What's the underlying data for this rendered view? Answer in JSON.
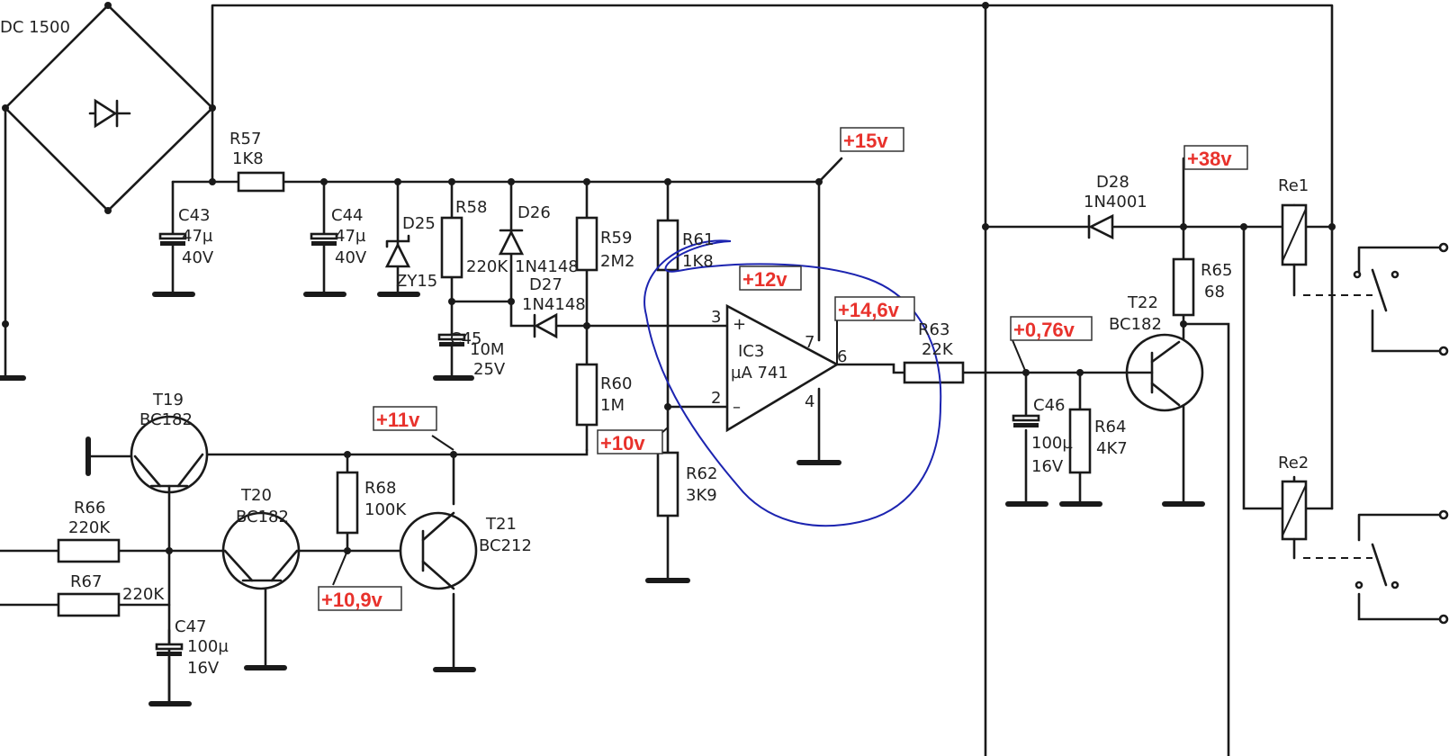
{
  "bridge": {
    "label": "DC 1500"
  },
  "components": {
    "r57": [
      "R57",
      "1K8"
    ],
    "c43": [
      "C43",
      "47µ",
      "40V"
    ],
    "c44": [
      "C44",
      "47µ",
      "40V"
    ],
    "d25": [
      "D25",
      "ZY15"
    ],
    "r58": [
      "R58",
      "220K"
    ],
    "d26": [
      "D26",
      "1N4148"
    ],
    "c45": [
      "C45",
      "10M",
      "25V"
    ],
    "d27": [
      "D27",
      "1N4148"
    ],
    "r59": [
      "R59",
      "2M2"
    ],
    "r60": [
      "R60",
      "1M"
    ],
    "r61": [
      "R61",
      "1K8"
    ],
    "r62": [
      "R62",
      "3K9"
    ],
    "ic3": [
      "IC3",
      "µA 741"
    ],
    "ic3_pins": [
      "3",
      "2",
      "7",
      "6",
      "4"
    ],
    "r63": [
      "R63",
      "22K"
    ],
    "c46": [
      "C46",
      "100µ",
      "16V"
    ],
    "r64": [
      "R64",
      "4K7"
    ],
    "d28": [
      "D28",
      "1N4001"
    ],
    "r65": [
      "R65",
      "68"
    ],
    "t22": [
      "T22",
      "BC182"
    ],
    "re1": "Re1",
    "re2": "Re2",
    "t19": [
      "T19",
      "BC182"
    ],
    "t20": [
      "T20",
      "BC182"
    ],
    "t21": [
      "T21",
      "BC212"
    ],
    "r66": [
      "R66",
      "220K"
    ],
    "r67": [
      "R67",
      "220K"
    ],
    "r68": [
      "R68",
      "100K"
    ],
    "c47": [
      "C47",
      "100µ",
      "16V"
    ]
  },
  "voltages": {
    "v15": "+15v",
    "v12": "+12v",
    "v14_6": "+14,6v",
    "v38": "+38v",
    "v0_76": "+0,76v",
    "v11": "+11v",
    "v10": "+10v",
    "v10_9": "+10,9v"
  },
  "colors": {
    "ink": "#1a1a1a",
    "voltage_annotation": "#e8322c",
    "hand_drawn_circle": "#1c24b0"
  }
}
